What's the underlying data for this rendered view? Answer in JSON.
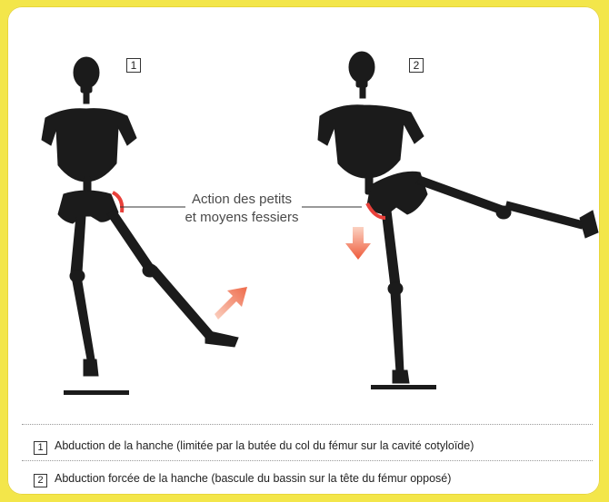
{
  "figure": {
    "label_1": "1",
    "label_2": "2",
    "action_line1": "Action des petits",
    "action_line2": "et moyens fessiers"
  },
  "captions": [
    {
      "num": "1",
      "text": "Abduction de la hanche (limitée par la butée du col du fémur sur la cavité cotyloïde)"
    },
    {
      "num": "2",
      "text": "Abduction forcée de la hanche (bascule du bassin sur la tête du fémur opposé)"
    }
  ],
  "colors": {
    "background_border": "#f3e64a",
    "skeleton": "#1b1b1b",
    "muscle_highlight": "#e8403a",
    "arrow": "#f07a5a"
  }
}
